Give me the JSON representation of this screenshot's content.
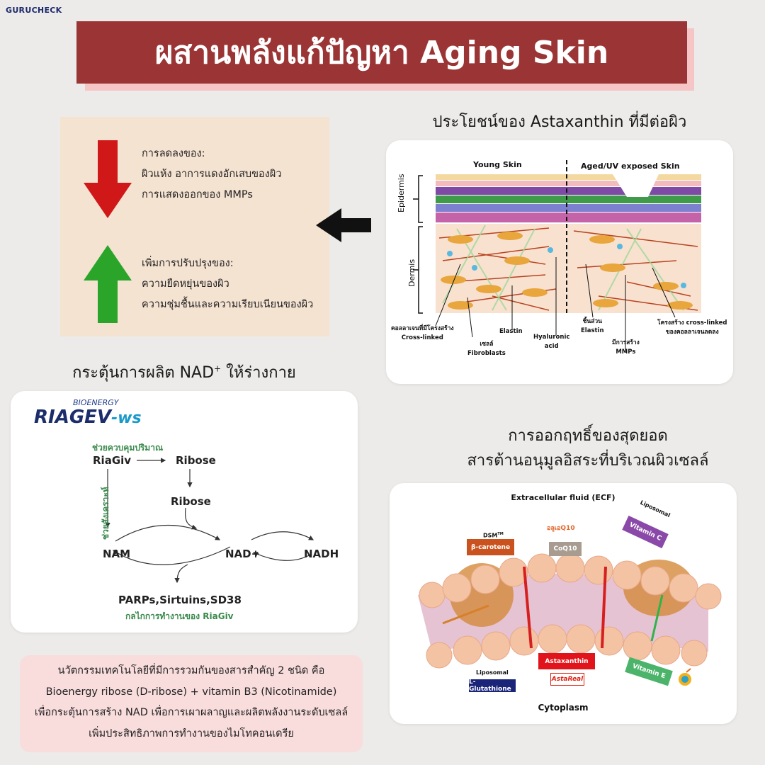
{
  "brand": "GURUCHECK",
  "title": "ผสานพลังแก้ปัญหา Aging Skin",
  "left_panel": {
    "decrease_heading": "การลดลงของ:",
    "decrease_items": [
      "ผิวแห้ง อาการแดงอักเสบของผิว",
      "การแสดงออกของ MMPs"
    ],
    "increase_heading": "เพิ่มการปรับปรุงของ:",
    "increase_items": [
      "ความยืดหยุ่นของผิว",
      "ความชุ่มชื้นและความเรียบเนียนของผิว"
    ]
  },
  "skin_section": {
    "heading": "ประโยชน์ของ Astaxanthin ที่มีต่อผิว",
    "young": "Young Skin",
    "aged": "Aged/UV exposed Skin",
    "epidermis": "Epidermis",
    "dermis": "Dermis",
    "labels": {
      "collagen": "คอลลาเจนที่มีโครงสร้าง",
      "collagen2": "Cross-linked",
      "cell": "เซลล์",
      "fibroblasts": "Fibroblasts",
      "elastin": "Elastin",
      "hyaluronic": "Hyaluronic",
      "acid": "acid",
      "elastin_part": "ชิ้นส่วน",
      "elastin_part2": "Elastin",
      "mmp": "มีการสร้าง",
      "mmp2": "MMPs",
      "crosslink": "โครงสร้าง cross-linked",
      "crosslink2": "ของคอลลาเจนลดลง"
    }
  },
  "nad_section": {
    "heading": "กระตุ้นการผลิต NAD",
    "heading_sup": "+",
    "heading_tail": " ให้ร่างกาย",
    "logo_top": "BIOENERGY",
    "logo_main": "RIAGEV",
    "logo_suffix": "-ws",
    "control": "ช่วยควบคุมปริมาณ",
    "synth": "ช่วยสังเคราะห์",
    "riagiv": "RiaGiv",
    "ribose1": "Ribose",
    "ribose2": "Ribose",
    "nam": "NAM",
    "nad": "NAD+",
    "nadh": "NADH",
    "parps": "PARPs,Sirtuins,SD38",
    "mechanism": "กลไกการทำงานของ RiaGiv"
  },
  "membrane_section": {
    "heading1": "การออกฤทธิ์ของสุดยอด",
    "heading2": "สารต้านอนุมูลอิสระที่บริเวณผิวเซลล์",
    "ecf": "Extracellular fluid (ECF)",
    "cytoplasm": "Cytoplasm",
    "dsm": "DSM",
    "tm": "TM",
    "beta": "β-carotene",
    "coq10": "CoQ10",
    "coq_brand": "อลูเอQ10",
    "lipo_c": "Liposomal",
    "vitc": "Vitamin C",
    "astaxanthin": "Astaxanthin",
    "astareal": "AstaReal",
    "lipo_g": "Liposomal",
    "glutathione": "L-Glutathione",
    "vite": "Vitamin E"
  },
  "bottom_box": {
    "lines": [
      "นวัตกรรมเทคโนโลยีที่มีการรวมกันของสารสำคัญ 2 ชนิด คือ",
      "Bioenergy ribose (D-ribose) + vitamin B3 (Nicotinamide)",
      "เพื่อกระตุ้นการสร้าง NAD เพื่อการเผาผลาญและผลิตพลังงานระดับเซลล์",
      "เพิ่มประสิทธิภาพการทำงานของไมโทคอนเดรีย"
    ]
  },
  "colors": {
    "banner": "#9b3535",
    "down": "#d01818",
    "up": "#2aa52a",
    "panel": "#f5e3d2",
    "pink": "#f9dcdc"
  }
}
